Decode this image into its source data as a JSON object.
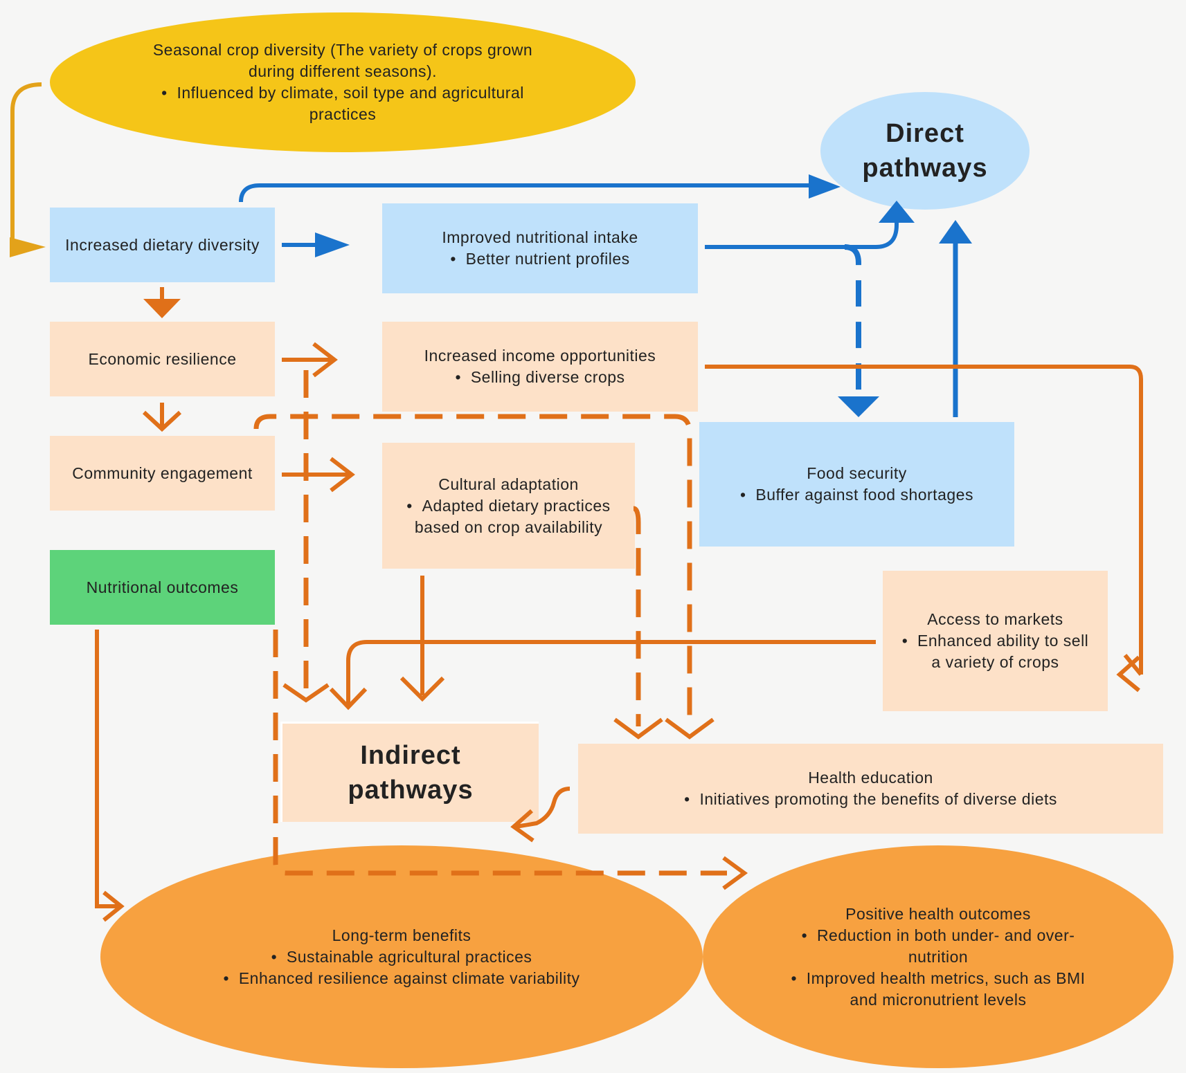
{
  "colors": {
    "yellow": "#f5c518",
    "blue_box": "#bfe1fb",
    "peach_box": "#fde1c8",
    "green_box": "#5dd37a",
    "orange_ellipse": "#f7a140",
    "blue_arrow": "#1a73cc",
    "orange_arrow": "#e07019"
  },
  "nodes": {
    "seasonal": {
      "title": "Seasonal crop diversity (The variety of crops grown during different seasons).",
      "bullets": [
        "Influenced by climate, soil type and agricultural practices"
      ]
    },
    "direct": {
      "title": "Direct pathways"
    },
    "dietary": {
      "title": "Increased dietary diversity"
    },
    "nutritional_intake": {
      "title": "Improved nutritional intake",
      "bullets": [
        "Better nutrient profiles"
      ]
    },
    "economic": {
      "title": "Economic resilience"
    },
    "income": {
      "title": "Increased income opportunities",
      "bullets": [
        "Selling diverse crops"
      ]
    },
    "community": {
      "title": "Community engagement"
    },
    "cultural": {
      "title": "Cultural adaptation",
      "bullets": [
        "Adapted dietary practices based on crop availability"
      ]
    },
    "food_security": {
      "title": "Food security",
      "bullets": [
        "Buffer against food shortages"
      ]
    },
    "nutritional_outcomes": {
      "title": "Nutritional outcomes"
    },
    "markets": {
      "title": "Access to markets",
      "bullets": [
        "Enhanced ability to sell a variety of crops"
      ]
    },
    "indirect": {
      "title": "Indirect pathways"
    },
    "health_education": {
      "title": "Health education",
      "bullets": [
        "Initiatives promoting the benefits of diverse diets"
      ]
    },
    "long_term": {
      "title": "Long-term benefits",
      "bullets": [
        "Sustainable agricultural practices",
        "Enhanced resilience against climate variability"
      ]
    },
    "health_outcomes": {
      "title": "Positive health outcomes",
      "bullets": [
        "Reduction in both under- and over-nutrition",
        "Improved health metrics, such as BMI and micronutrient levels"
      ]
    }
  }
}
